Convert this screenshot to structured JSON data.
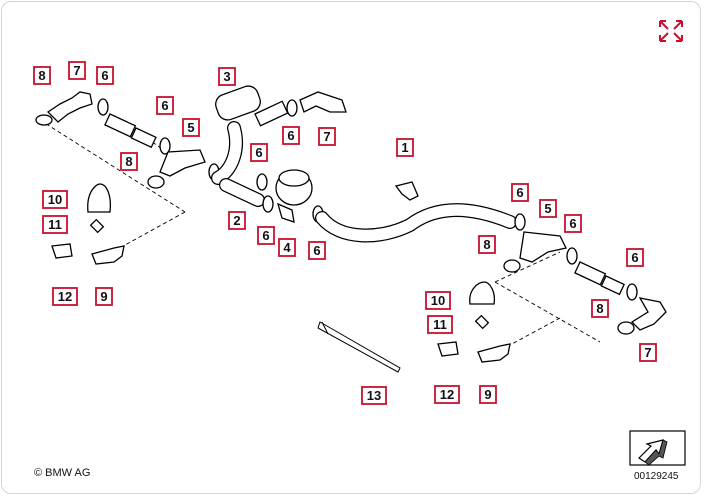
{
  "copyright": "© BMW AG",
  "diagram_id": "00129245",
  "icons": {
    "expand": "expand-icon",
    "navigate": "arrow-down-left-icon"
  },
  "colors": {
    "callout_border": "#c8102e",
    "expand_icon": "#c8102e"
  },
  "callouts": [
    {
      "label": "8"
    },
    {
      "label": "7"
    },
    {
      "label": "6"
    },
    {
      "label": "3"
    },
    {
      "label": "6"
    },
    {
      "label": "5"
    },
    {
      "label": "6"
    },
    {
      "label": "7"
    },
    {
      "label": "8"
    },
    {
      "label": "6"
    },
    {
      "label": "1"
    },
    {
      "label": "10"
    },
    {
      "label": "11"
    },
    {
      "label": "2"
    },
    {
      "label": "6"
    },
    {
      "label": "4"
    },
    {
      "label": "6"
    },
    {
      "label": "6"
    },
    {
      "label": "5"
    },
    {
      "label": "6"
    },
    {
      "label": "8"
    },
    {
      "label": "6"
    },
    {
      "label": "12"
    },
    {
      "label": "9"
    },
    {
      "label": "10"
    },
    {
      "label": "8"
    },
    {
      "label": "11"
    },
    {
      "label": "7"
    },
    {
      "label": "12"
    },
    {
      "label": "9"
    },
    {
      "label": "13"
    }
  ]
}
